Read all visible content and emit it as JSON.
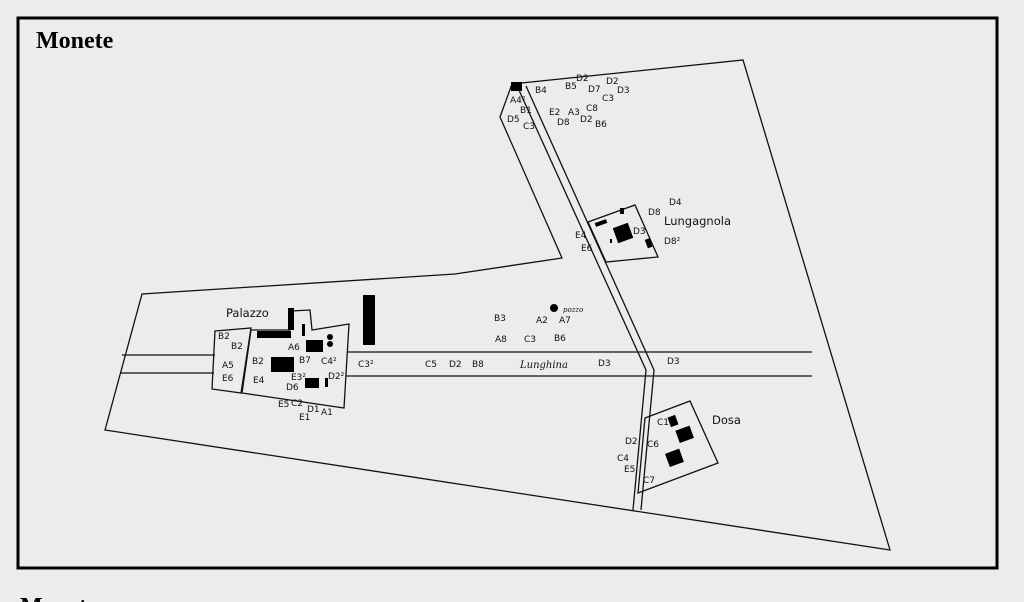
{
  "title": "Monete",
  "next_title": "Monete",
  "places": {
    "palazzo": "Palazzo",
    "lungagnola": "Lungagnola",
    "dosa": "Dosa",
    "lunghina": "Lunghina",
    "pozzo": "pozzo"
  },
  "labels": {
    "top": [
      "A4²",
      "B4",
      "B5",
      "D2",
      "D7",
      "D2",
      "D3",
      "C3",
      "B1",
      "D5",
      "C3",
      "E2",
      "A3",
      "C8",
      "D8",
      "D2",
      "B6"
    ],
    "lungagnola": [
      "D4",
      "D8",
      "D3",
      "D8²",
      "E4",
      "E6"
    ],
    "palazzo": [
      "B2",
      "B2",
      "A5",
      "E6",
      "B2",
      "E4",
      "A6",
      "B7",
      "C4²",
      "E3²",
      "D6",
      "D2²",
      "E5",
      "C2",
      "D1",
      "E1",
      "A1",
      "C3²"
    ],
    "middle": [
      "B3",
      "A2",
      "A7",
      "A8",
      "C3",
      "B6",
      "C5",
      "D2",
      "B8",
      "D3",
      "D3"
    ],
    "dosa": [
      "C1",
      "C6",
      "D2",
      "C4",
      "E5",
      "C7"
    ]
  }
}
